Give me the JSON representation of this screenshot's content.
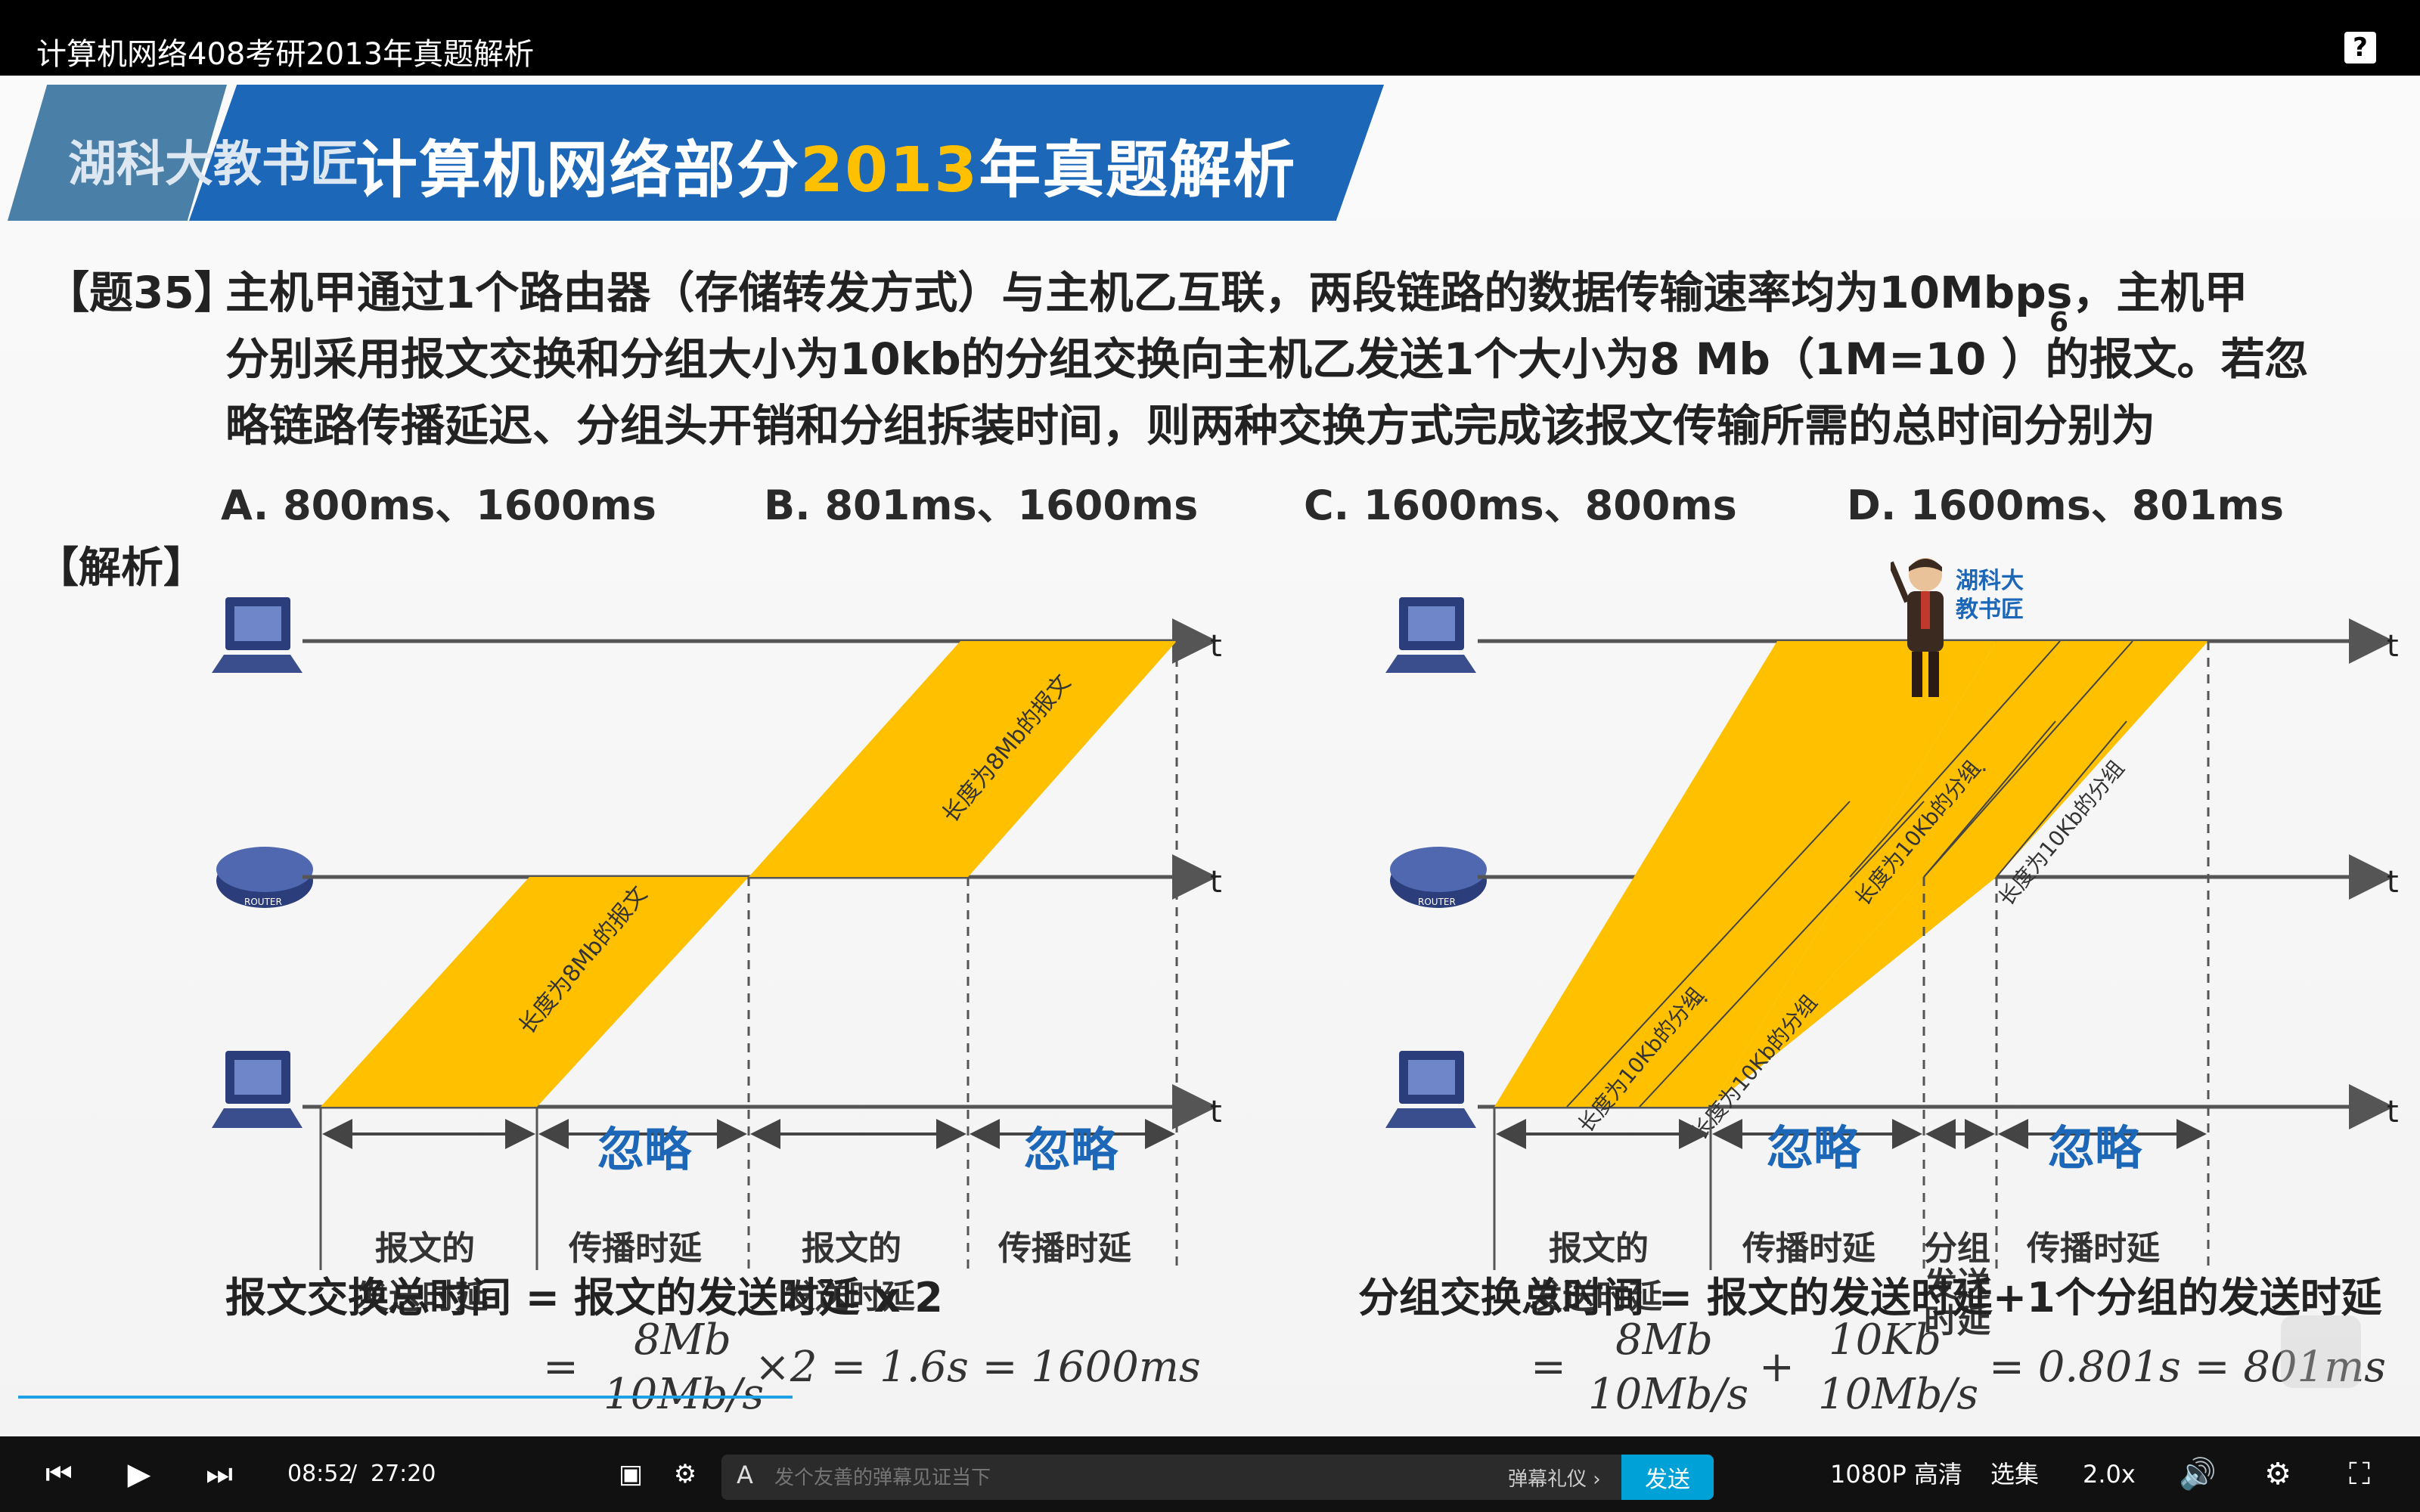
{
  "window": {
    "title": "计算机网络408考研2013年真题解析",
    "help_icon": "question-mark"
  },
  "banner": {
    "tag": "湖科大教书匠",
    "title_a": "计算机网络部分",
    "title_year": "2013",
    "title_b": "年真题解析"
  },
  "question": {
    "label": "【题35】",
    "line1": "主机甲通过1个路由器（存储转发方式）与主机乙互联，两段链路的数据传输速率均为10Mbps，主机甲",
    "line2": "分别采用报文交换和分组大小为10kb的分组交换向主机乙发送1个大小为8 Mb（1M=10 ）的报文。若忽",
    "line3": "略链路传播延迟、分组头开销和分组拆装时间，则两种交换方式完成该报文传输所需的总时间分别为",
    "superscript": "6"
  },
  "options": {
    "a": "A. 800ms、1600ms",
    "b": "B. 801ms、1600ms",
    "c": "C. 1600ms、800ms",
    "d": "D. 1600ms、801ms"
  },
  "analysis_label": "【解析】",
  "diagram": {
    "time_axis": "t",
    "message_label": "长度为8Mb的报文",
    "packet_label": "长度为10Kb的分组",
    "ellipsis": "...",
    "ignore": "忽略",
    "send_delay_1": "报文的",
    "send_delay_2": "发送时延",
    "prop_delay": "传播时延",
    "pkt_delay_1": "分组",
    "pkt_delay_2": "发送",
    "pkt_delay_3": "时延",
    "router_label": "ROUTER"
  },
  "mascot": {
    "label_1": "湖科大",
    "label_2": "教书匠"
  },
  "formulas": {
    "left_total": "报文交换总时间 = 报文的发送时延 x 2",
    "right_total": "分组交换总时间 = 报文的发送时延+1个分组的发送时延",
    "left_eq": "=",
    "left_num": "8Mb",
    "left_den": "10Mb/s",
    "left_rest": "×2 = 1.6s = 1600ms",
    "right_eq": "=",
    "right_num1": "8Mb",
    "right_den1": "10Mb/s",
    "right_plus": "+",
    "right_num2": "10Kb",
    "right_den2": "10Mb/s",
    "right_rest": "= 0.801s = 801ms"
  },
  "player": {
    "progress": 0.32,
    "time_current": "08:52",
    "time_separator": "/",
    "time_total": "27:20",
    "danmaku_placeholder": "发个友善的弹幕见证当下",
    "danmaku_gift": "弹幕礼仪 ›",
    "send": "发送",
    "quality": "1080P 高清",
    "episodes": "选集",
    "speed": "2.0x"
  },
  "colors": {
    "accent_yellow": "#ffc000",
    "banner_blue": "#1c67b8",
    "label_blue": "#1c67b8",
    "send_blue": "#00a1d6"
  }
}
